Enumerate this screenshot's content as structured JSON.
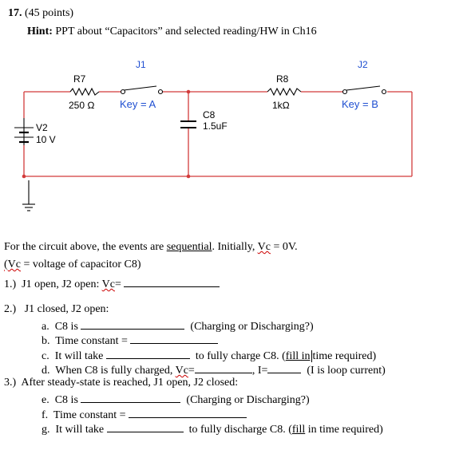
{
  "header": {
    "number": "17.",
    "points": "(45 points)",
    "hint_label": "Hint:",
    "hint_text": "PPT about “Capacitors” and selected reading/HW in Ch16"
  },
  "schematic": {
    "j1": "J1",
    "j2": "J2",
    "r7": "R7",
    "r7_val": "250 Ω",
    "key_a": "Key = A",
    "r8": "R8",
    "r8_val": "1kΩ",
    "key_b": "Key = B",
    "c8": "C8",
    "c8_val": "1.5uF",
    "v2": "V2",
    "v2_val": "10 V",
    "colors": {
      "wire": "#d23b3b",
      "label": "#1f4fd1",
      "component": "#000000"
    }
  },
  "text": {
    "intro_a": "For the circuit above, the events are ",
    "intro_sequential": "sequential",
    "intro_b": ".  Initially, ",
    "vc": "Vc",
    "intro_c": " = 0V.",
    "def_open": "(",
    "def_rest": " = voltage of capacitor C8)",
    "q1_num": "1.)",
    "q1_text": "J1 open, J2 open:  ",
    "q1_eq": "=",
    "q2_num": "2.)",
    "q2_text": "J1 closed, J2 open:",
    "a_lbl": "a.",
    "a_text": "C8 is ",
    "a_tail": "(Charging or Discharging?)",
    "b_lbl": "b.",
    "b_text": "Time constant = ",
    "c_lbl": "c.",
    "c_text": "It will take ",
    "c_tail_a": "to fully charge C8. (",
    "c_fill": "fill in",
    "c_tail_b": "time required)",
    "d_lbl": "d.",
    "d_text": "When C8 is fully charged, ",
    "d_eq": "=",
    "d_i": ", I=",
    "d_tail": "(I is loop current)",
    "q3_num": "3.)",
    "q3_text": "After steady-state is reached, J1 open, J2 closed:",
    "e_lbl": "e.",
    "e_text": "C8 is ",
    "e_tail": "(Charging or Discharging?)",
    "f_lbl": "f.",
    "f_text": "Time constant = ",
    "g_lbl": "g.",
    "g_text": "It will take ",
    "g_tail_a": "to fully discharge C8.  (",
    "g_fill": "fill",
    "g_tail_b": " in time required)"
  }
}
